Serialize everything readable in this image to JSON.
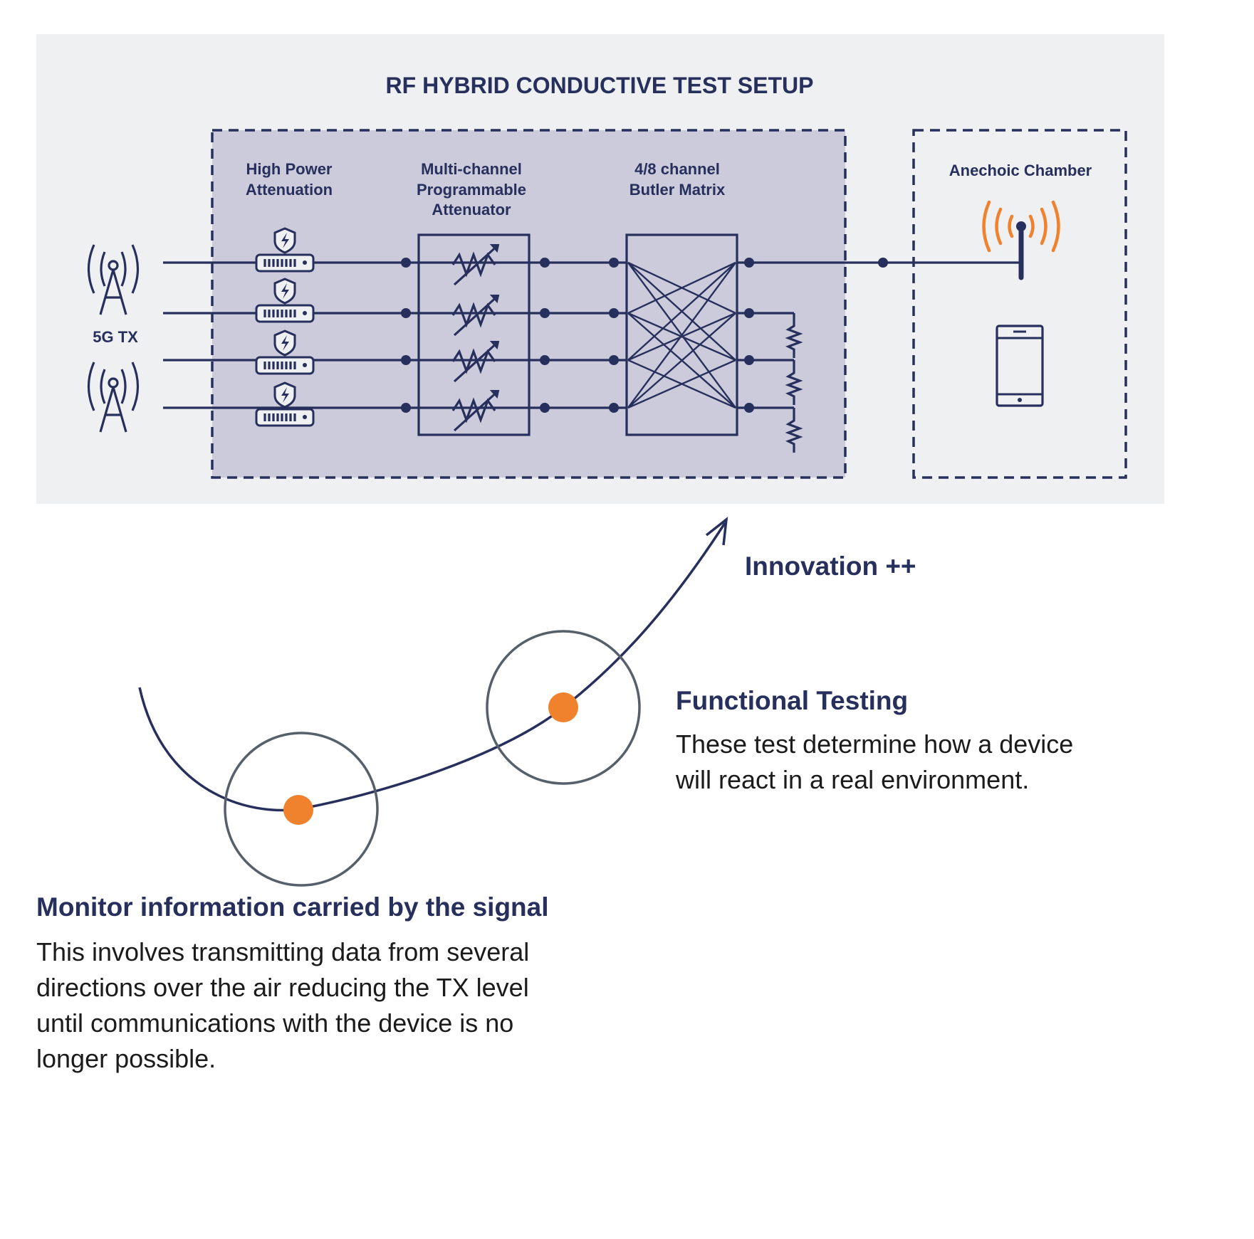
{
  "setup": {
    "title": "RF HYBRID CONDUCTIVE TEST SETUP",
    "tx_label": "5G TX",
    "stage_labels": {
      "high_power": [
        "High Power",
        "Attenuation"
      ],
      "multi_channel": [
        "Multi-channel",
        "Programmable",
        "Attenuator"
      ],
      "butler": [
        "4/8 channel",
        "Butler Matrix"
      ],
      "chamber": [
        "Anechoic Chamber"
      ]
    }
  },
  "innovation": {
    "label": "Innovation ++"
  },
  "functional": {
    "heading": "Functional Testing",
    "lines": [
      "These test determine how a device",
      "will react in a real environment."
    ]
  },
  "monitor": {
    "heading": "Monitor information carried by the signal",
    "lines": [
      "This involves transmitting data from several",
      "directions over the air reducing the TX level",
      "until communications with the device is no",
      "longer possible."
    ]
  },
  "colors": {
    "navy": "#272f5c",
    "accent_orange": "#f0812d",
    "panel_bg": "#eff0f2",
    "inner_bg": "#cccbdb",
    "circle_stroke": "#56606a"
  }
}
